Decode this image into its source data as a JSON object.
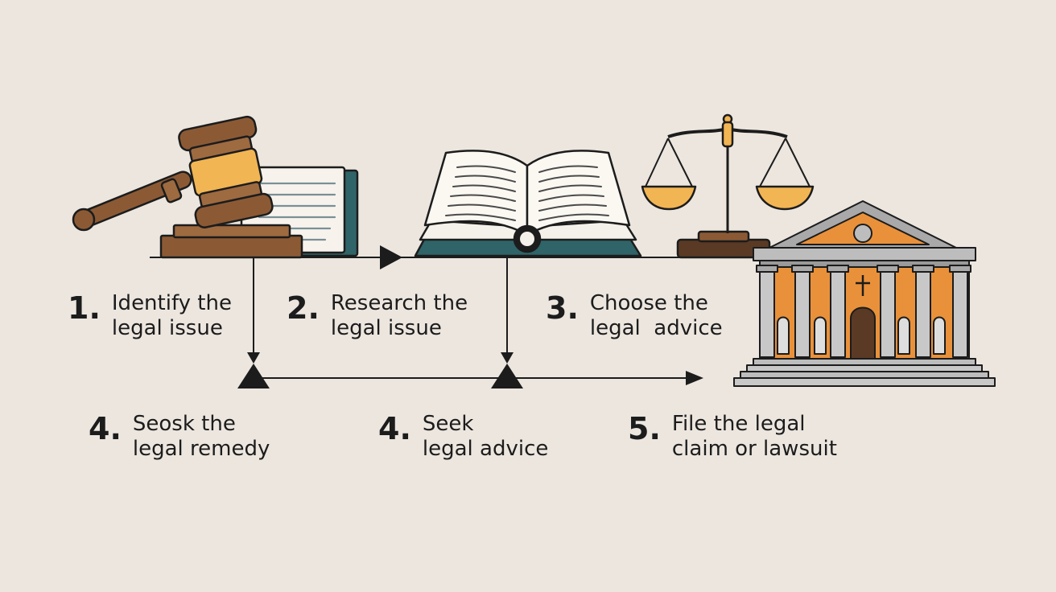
{
  "steps": [
    {
      "number": "1.",
      "line1": "Identify the",
      "line2": "legal issue"
    },
    {
      "number": "2.",
      "line1": "Research the",
      "line2": "legal issue"
    },
    {
      "number": "3.",
      "line1": "Choose the",
      "line2": "legal  advice"
    },
    {
      "number": "4.",
      "line1": "Seosk the",
      "line2": "legal remedy"
    },
    {
      "number": "4.",
      "line1": "Seek",
      "line2": "legal advice"
    },
    {
      "number": "5.",
      "line1": "File the legal",
      "line2": "claim or lawsuit"
    }
  ],
  "icons": [
    "gavel-icon",
    "legal-document-icon",
    "open-book-icon",
    "scales-of-justice-icon",
    "courthouse-icon"
  ],
  "colors": {
    "background": "#ece6df",
    "wood": "#8b5a35",
    "gold": "#f2b553",
    "teal": "#2f6468",
    "orange": "#e9913a",
    "stone": "#bdbdbd",
    "ink": "#1c1c1c"
  }
}
